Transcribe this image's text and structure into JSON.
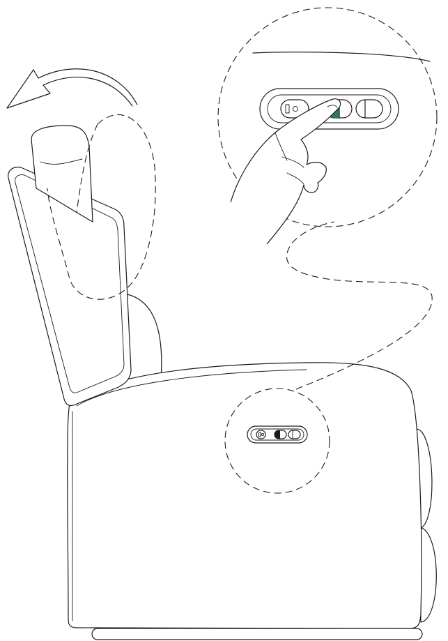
{
  "diagram": {
    "colors": {
      "line": "#1a1a1a",
      "background": "#ffffff",
      "pressed_button": "#2e7d4f"
    },
    "illustration": {
      "subject": "recliner-chair-side-view",
      "backrest_motion": "reclining-back",
      "pressed_control": "middle-button"
    },
    "icons": {
      "arrow": "curved-arrow-icon",
      "hand": "pointing-hand-icon"
    }
  }
}
